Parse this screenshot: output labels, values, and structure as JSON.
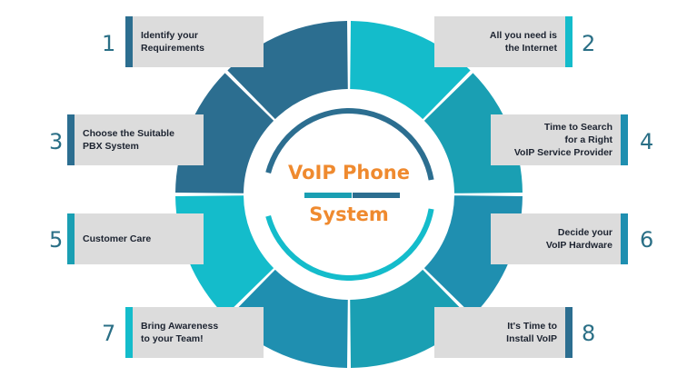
{
  "center": {
    "line1": "VoIP Phone",
    "line2": "System"
  },
  "steps": [
    {
      "number": "1",
      "text": "Identify your\nRequirements"
    },
    {
      "number": "2",
      "text": "All you need is\nthe Internet"
    },
    {
      "number": "3",
      "text": "Choose the Suitable\nPBX System"
    },
    {
      "number": "4",
      "text": "Time to Search\nfor a Right\nVoIP Service Provider"
    },
    {
      "number": "5",
      "text": "Customer Care"
    },
    {
      "number": "6",
      "text": "Decide your\nVoIP Hardware"
    },
    {
      "number": "7",
      "text": "Bring Awareness\nto your Team!"
    },
    {
      "number": "8",
      "text": "It's Time to\nInstall VoIP"
    }
  ],
  "colors": {
    "dark_blue": "#2c6e90",
    "teal": "#1a9fb3",
    "bright_cyan": "#14bccb",
    "box_bg": "#dcdcdc",
    "title_orange": "#ef8a2f",
    "number_color": "#2a6f86"
  },
  "segment_colors": [
    "#2c6e90",
    "#14bccb",
    "#1a9fb3",
    "#1f8fb0",
    "#1a9fb3",
    "#1f8fb0",
    "#14bccb",
    "#2c6e90"
  ]
}
